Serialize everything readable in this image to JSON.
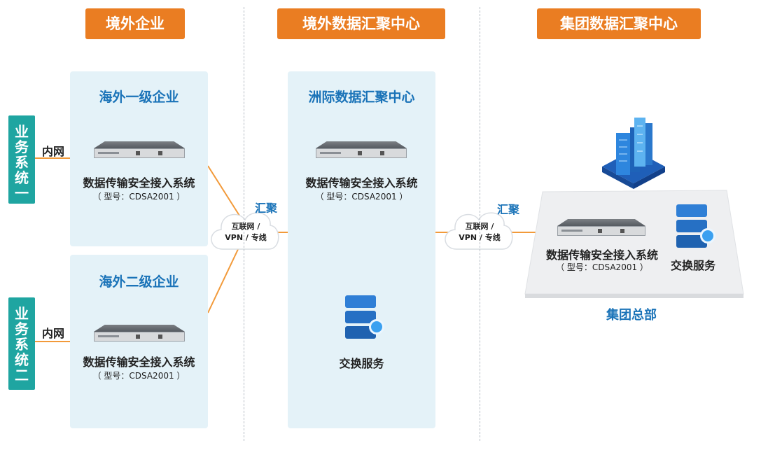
{
  "headers": {
    "col1": "境外企业",
    "col2": "境外数据汇聚中心",
    "col3": "集团数据汇聚中心"
  },
  "panels": {
    "level1": "海外一级企业",
    "level2": "海外二级企业",
    "continental": "洲际数据汇聚中心",
    "hq": "集团总部"
  },
  "business_systems": {
    "sys1": [
      "业",
      "务",
      "系",
      "统",
      "一"
    ],
    "sys2": [
      "业",
      "务",
      "系",
      "统",
      "二"
    ]
  },
  "intranet_label": "内网",
  "device": {
    "name": "数据传输安全接入系统",
    "model": "（ 型号：CDSA2001 ）"
  },
  "cloud": {
    "line1": "互联网 /",
    "line2": "VPN / 专线"
  },
  "aggregate_label": "汇聚",
  "exchange_service": "交换服务",
  "colors": {
    "header_orange": "#ea7d22",
    "teal": "#1fa5a1",
    "panel_bg": "#e4f2f8",
    "title_blue": "#1a73b8",
    "line_orange": "#f29a3a"
  }
}
